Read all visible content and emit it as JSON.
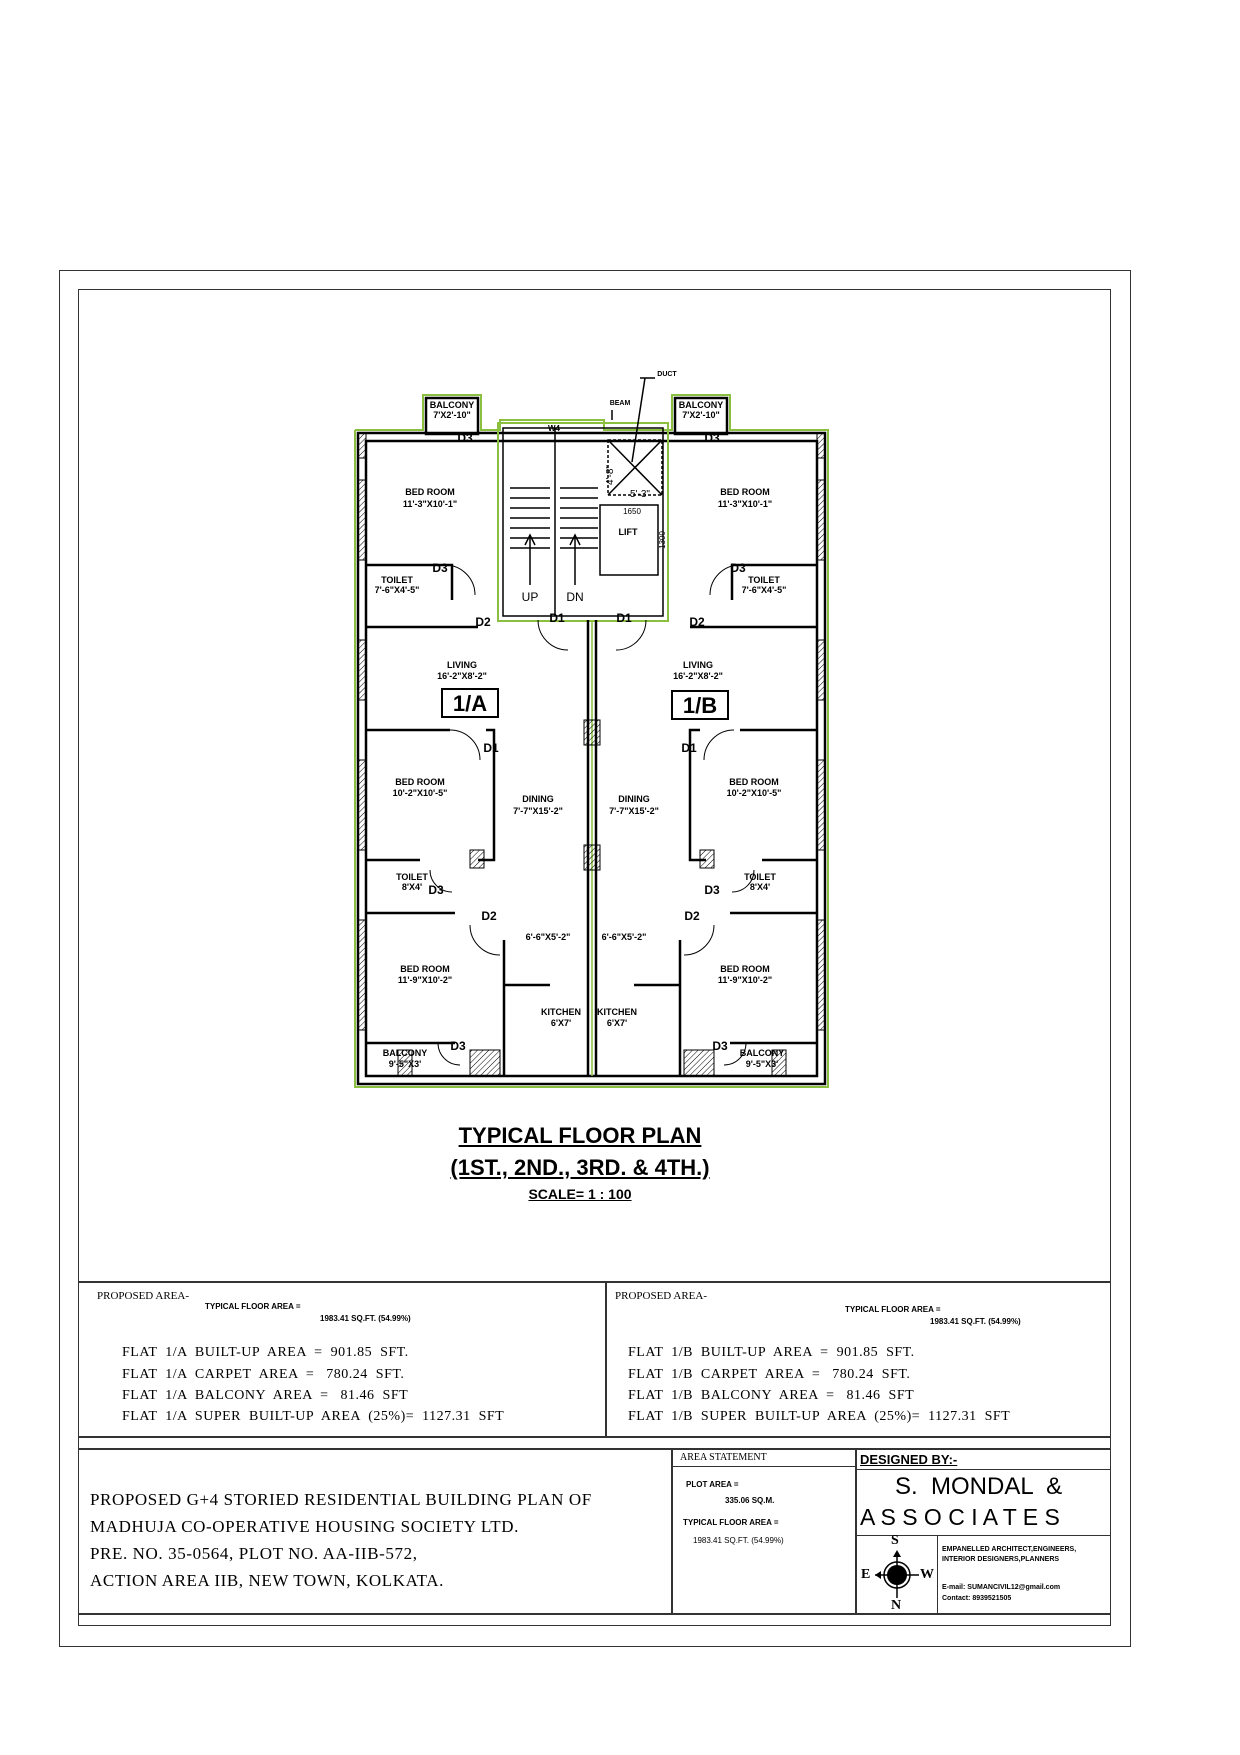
{
  "plan": {
    "rooms": {
      "balcony_top_left": {
        "name": "BALCONY",
        "size": "7'X2'-10\""
      },
      "balcony_top_right": {
        "name": "BALCONY",
        "size": "7'X2'-10\""
      },
      "bed_top_left": {
        "name": "BED ROOM",
        "size": "11'-3\"X10'-1\""
      },
      "bed_top_right": {
        "name": "BED ROOM",
        "size": "11'-3\"X10'-1\""
      },
      "toilet_top_left": {
        "name": "TOILET",
        "size": "7'-6\"X4'-5\""
      },
      "toilet_top_right": {
        "name": "TOILET",
        "size": "7'-6\"X4'-5\""
      },
      "living_left": {
        "name": "LIVING",
        "size": "16'-2\"X8'-2\""
      },
      "living_right": {
        "name": "LIVING",
        "size": "16'-2\"X8'-2\""
      },
      "bed_mid_left": {
        "name": "BED ROOM",
        "size": "10'-2\"X10'-5\""
      },
      "bed_mid_right": {
        "name": "BED ROOM",
        "size": "10'-2\"X10'-5\""
      },
      "dining_left": {
        "name": "DINING",
        "size": "7'-7\"X15'-2\""
      },
      "dining_right": {
        "name": "DINING",
        "size": "7'-7\"X15'-2\""
      },
      "toilet_mid_left": {
        "name": "TOILET",
        "size": "8'X4'"
      },
      "toilet_mid_right": {
        "name": "TOILET",
        "size": "8'X4'"
      },
      "passage_left": {
        "size": "6'-6\"X5'-2\""
      },
      "passage_right": {
        "size": "6'-6\"X5'-2\""
      },
      "bed_bot_left": {
        "name": "BED ROOM",
        "size": "11'-9\"X10'-2\""
      },
      "bed_bot_right": {
        "name": "BED ROOM",
        "size": "11'-9\"X10'-2\""
      },
      "kitchen_left": {
        "name": "KITCHEN",
        "size": "6'X7'"
      },
      "kitchen_right": {
        "name": "KITCHEN",
        "size": "6'X7'"
      },
      "balcony_bot_left": {
        "name": "BALCONY",
        "size": "9'-5\"X3'"
      },
      "balcony_bot_right": {
        "name": "BALCONY",
        "size": "9'-5\"X3'"
      },
      "lift": {
        "name": "LIFT"
      }
    },
    "tags": {
      "flat_a": "1/A",
      "flat_b": "1/B",
      "d1": "D1",
      "d2": "D2",
      "d3": "D3",
      "w4": "W4",
      "up": "UP",
      "dn": "DN",
      "beam": "BEAM",
      "duct": "DUCT",
      "dim_48": "4'-8\"",
      "dim_53": "5'-3\"",
      "dim_1650": "1650",
      "dim_1300": "1300"
    }
  },
  "title": {
    "line1": "TYPICAL FLOOR PLAN",
    "line2": "(1ST., 2ND., 3RD. & 4TH.)",
    "scale": "SCALE= 1 : 100"
  },
  "area_left": {
    "heading": "PROPOSED  AREA-",
    "typical_label": "TYPICAL FLOOR AREA =",
    "typical_value": "1983.41 SQ.FT. (54.99%)",
    "lines": [
      "FLAT  1/A  BUILT-UP  AREA  =  901.85  SFT.",
      "FLAT  1/A  CARPET  AREA  =   780.24  SFT.",
      "FLAT  1/A  BALCONY  AREA  =   81.46  SFT",
      "FLAT  1/A  SUPER  BUILT-UP  AREA  (25%)=  1127.31  SFT"
    ]
  },
  "area_right": {
    "heading": "PROPOSED  AREA-",
    "typical_label": "TYPICAL FLOOR AREA =",
    "typical_value": "1983.41 SQ.FT. (54.99%)",
    "lines": [
      "FLAT  1/B  BUILT-UP  AREA  =  901.85  SFT.",
      "FLAT  1/B  CARPET  AREA  =   780.24  SFT.",
      "FLAT  1/B  BALCONY  AREA  =   81.46  SFT",
      "FLAT  1/B  SUPER  BUILT-UP  AREA  (25%)=  1127.31  SFT"
    ]
  },
  "project": {
    "lines": [
      "PROPOSED  G+4  STORIED  RESIDENTIAL  BUILDING  PLAN  OF",
      "MADHUJA  CO-OPERATIVE  HOUSING  SOCIETY  LTD.",
      "PRE.  NO.  35-0564,  PLOT  NO.  AA-IIB-572,",
      "ACTION  AREA  IIB,  NEW  TOWN,  KOLKATA."
    ]
  },
  "area_statement": {
    "heading": "AREA  STATEMENT",
    "plot_label": "PLOT  AREA =",
    "plot_value": "335.06 SQ.M.",
    "typical_label": "TYPICAL FLOOR AREA =",
    "typical_value": "1983.41 SQ.FT. (54.99%)"
  },
  "designer": {
    "heading": "DESIGNED BY:-",
    "name1": "S.  MONDAL  &",
    "name2": "A S S O C I A T E S",
    "compass_s": "S",
    "compass_n": "N",
    "compass_e": "E",
    "compass_w": "W",
    "tagline1": "EMPANELLED ARCHITECT,ENGINEERS,",
    "tagline2": "INTERIOR DESIGNERS,PLANNERS",
    "email": "E-mail: SUMANCIVIL12@gmail.com",
    "contact": "Contact: 8939521505"
  },
  "colors": {
    "wall_outline": "#8bbf3f",
    "ink": "#000000"
  }
}
